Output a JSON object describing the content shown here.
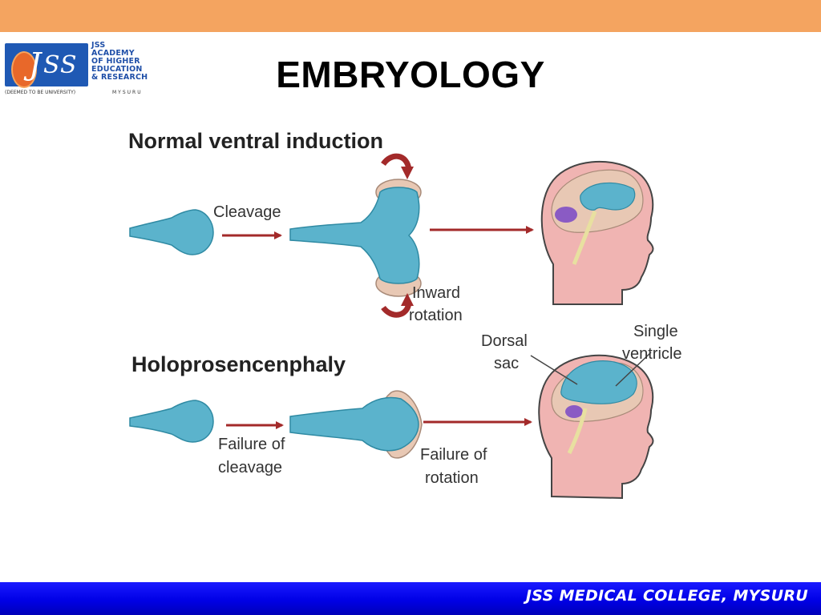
{
  "slide": {
    "title": "EMBRYOLOGY",
    "footer": "JSS MEDICAL COLLEGE, MYSURU"
  },
  "logo": {
    "letter_j": "J",
    "letters_ss": "SS",
    "lines": [
      "JSS",
      "ACADEMY",
      "OF HIGHER",
      "EDUCATION",
      "& RESEARCH"
    ],
    "deemed": "(DEEMED TO BE UNIVERSITY)",
    "city": "MYSURU"
  },
  "diagram": {
    "normal": {
      "heading": "Normal ventral induction",
      "step1": "Cleavage",
      "step2_line1": "Inward",
      "step2_line2": "rotation"
    },
    "holo": {
      "heading": "Holoprosencenphaly",
      "step1_line1": "Failure of",
      "step1_line2": "cleavage",
      "step2_line1": "Failure of",
      "step2_line2": "rotation"
    },
    "labels": {
      "dorsal_line1": "Dorsal",
      "dorsal_line2": "sac",
      "single_line1": "Single",
      "single_line2": "ventricle"
    }
  },
  "colors": {
    "top_bar": "#f4a460",
    "footer_bar": "#0000e6",
    "embryo_blue": "#5bb3cc",
    "tissue_tan": "#e8c8b4",
    "head_pink": "#f0b4b2",
    "arrow_red": "#a32a2a"
  }
}
